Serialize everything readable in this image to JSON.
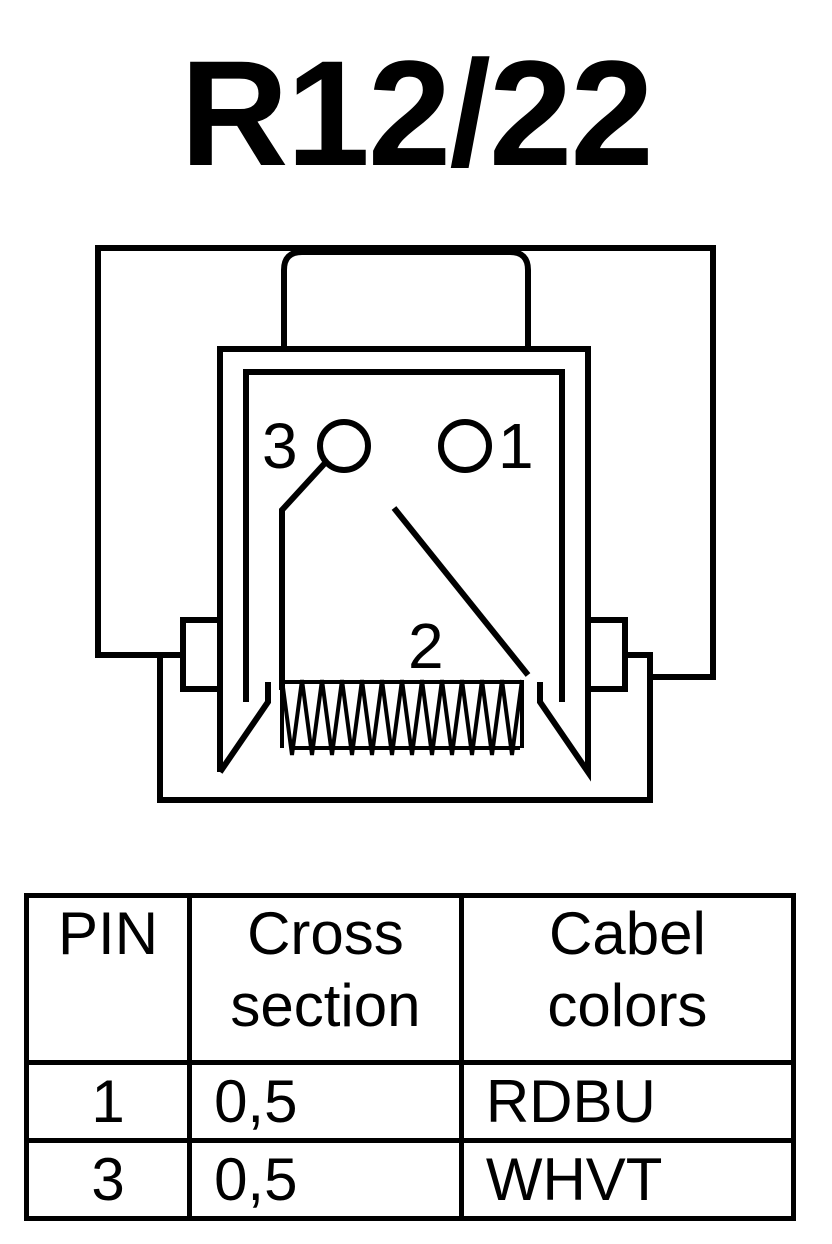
{
  "title": "R12/22",
  "pins": {
    "p3": "3",
    "p1": "1",
    "p2": "2"
  },
  "table": {
    "headers": {
      "pin": "PIN",
      "cross_section_line1": "Cross",
      "cross_section_line2": "section",
      "cable_colors_line1": "Cabel",
      "cable_colors_line2": "colors"
    },
    "rows": [
      {
        "pin": "1",
        "cross_section": "0,5",
        "colors": "RDBU"
      },
      {
        "pin": "3",
        "cross_section": "0,5",
        "colors": "WHVT"
      }
    ]
  }
}
